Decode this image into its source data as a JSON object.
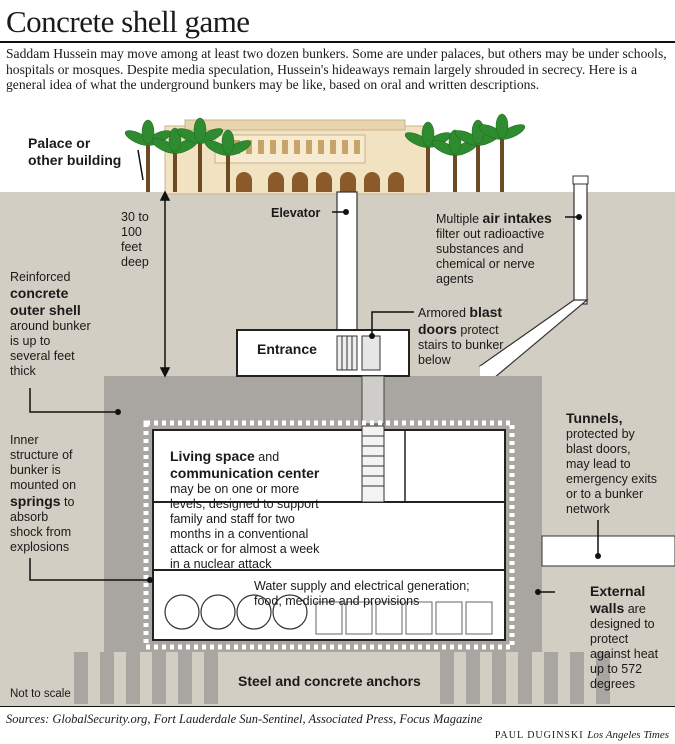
{
  "title": "Concrete shell game",
  "intro": "Saddam Hussein may move among at least two dozen bunkers. Some are under palaces, but others may be under schools, hospitals or mosques. Despite media speculation, Hussein's hideaways remain largely shrouded in secrecy. Here is a general idea of what the underground bunkers may be like, based on oral and written descriptions.",
  "labels": {
    "palace": [
      "Palace or",
      "other building"
    ],
    "depth": [
      "30 to",
      "100",
      "feet",
      "deep"
    ],
    "elevator": "Elevator",
    "air_intakes": {
      "pre": "Multiple ",
      "bold": "air intakes",
      "rest": [
        "filter out radioactive",
        "substances and",
        "chemical or nerve",
        "agents"
      ]
    },
    "shell": {
      "pre": "Reinforced",
      "bold": [
        "concrete",
        "outer shell"
      ],
      "rest": [
        "around bunker",
        "is up to",
        "several feet",
        "thick"
      ]
    },
    "entrance": "Entrance",
    "blast_doors": {
      "pre": "Armored ",
      "bold1": "blast",
      "bold2": "doors",
      "rest1": " protect",
      "rest": [
        "stairs to bunker",
        "below"
      ]
    },
    "tunnels": {
      "bold": "Tunnels,",
      "rest": [
        "protected by",
        "blast doors,",
        "may lead to",
        "emergency exits",
        "or to a bunker",
        "network"
      ]
    },
    "springs": {
      "pre": [
        "Inner",
        "structure of",
        "bunker is",
        "mounted on"
      ],
      "bold": "springs",
      "post": " to",
      "rest": [
        "absorb",
        "shock from",
        "explosions"
      ]
    },
    "living": {
      "bold1": "Living space",
      "mid": " and",
      "bold2": "communication center",
      "rest": [
        "may be on one or more",
        "levels, designed to support",
        "family and staff for two",
        "months in a conventional",
        "attack or for almost a week",
        "in a nuclear attack"
      ]
    },
    "water": [
      "Water supply and electrical generation;",
      "food, medicine and provisions"
    ],
    "external": {
      "bold": [
        "External",
        "walls"
      ],
      "post": " are",
      "rest": [
        "designed to",
        "protect",
        "against heat",
        "up to 572",
        "degrees"
      ]
    },
    "anchors": "Steel and concrete anchors",
    "scale": "Not to scale"
  },
  "sources": "Sources: GlobalSecurity.org, Fort Lauderdale Sun-Sentinel, Associated Press, Focus Magazine",
  "credit": {
    "name": "Paul Duginski",
    "paper": "Los Angeles Times"
  },
  "colors": {
    "ground": "#d3cec4",
    "concrete": "#a9a6a1",
    "dark": "#222222",
    "palace": "#f1e2c2",
    "palm": "#2f8b2f"
  }
}
